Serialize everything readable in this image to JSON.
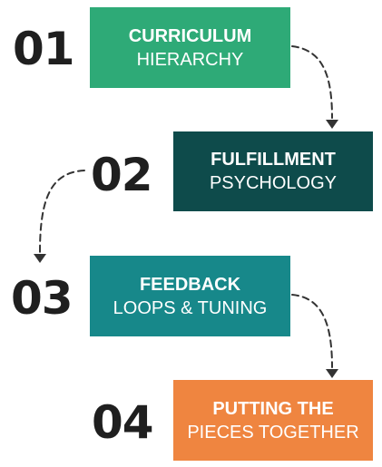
{
  "steps": [
    {
      "number": "01",
      "title": "CURRICULUM",
      "subtitle": "HIERARCHY",
      "color": "#2eaa77"
    },
    {
      "number": "02",
      "title": "FULFILLMENT",
      "subtitle": "PSYCHOLOGY",
      "color": "#0e4b4b"
    },
    {
      "number": "03",
      "title": "FEEDBACK",
      "subtitle": "LOOPS & TUNING",
      "color": "#17888a"
    },
    {
      "number": "04",
      "title": "PUTTING THE",
      "subtitle": "PIECES TOGETHER",
      "color": "#ef8540"
    }
  ],
  "arrow_color": "#333333"
}
